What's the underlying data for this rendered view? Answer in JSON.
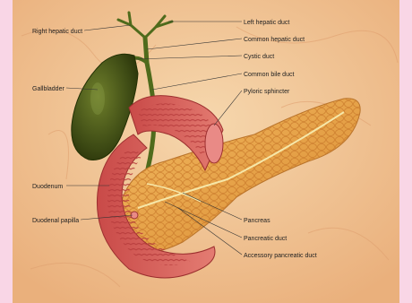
{
  "diagram": {
    "labels": {
      "left_hepatic_duct": "Left hepatic duct",
      "right_hepatic_duct": "Right hepatic duct",
      "common_hepatic_duct": "Common hepatic duct",
      "cystic_duct": "Cystic duct",
      "common_bile_duct": "Common bile duct",
      "gallbladder": "Gallbladder",
      "pyloric_sphincter": "Pyloric sphincter",
      "duodenum": "Duodenum",
      "duodenal_papilla": "Duodenal papilla",
      "pancreas": "Pancreas",
      "pancreatic_duct": "Pancreatic duct",
      "accessory_pancreatic_duct": "Accessory pancreatic duct"
    },
    "colors": {
      "background_frame": "#f9d6e6",
      "tissue_background": "#f2c89a",
      "bile_duct_green": "#4f6b1c",
      "gallbladder": "#4a5a1e",
      "pancreas": "#e7a247",
      "duodenum": "#d95a55",
      "duodenum_lining": "#e98a86"
    }
  }
}
